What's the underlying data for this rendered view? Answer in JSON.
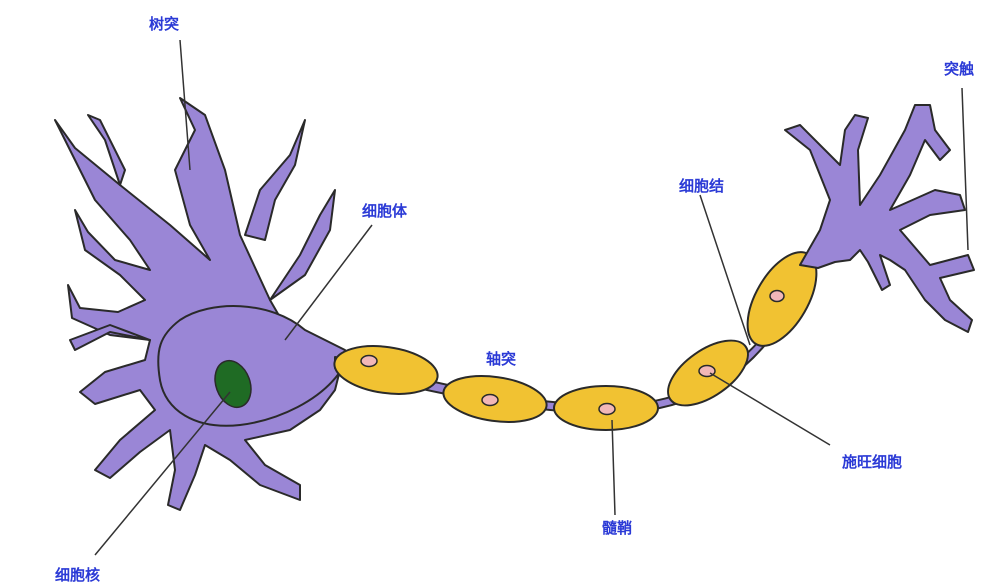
{
  "labels": {
    "dendrite": "树突",
    "cell_body": "细胞体",
    "nucleus": "细胞核",
    "axon": "轴突",
    "node": "细胞结",
    "schwann_cell": "施旺细胞",
    "myelin_sheath": "髓鞘",
    "synapse": "突触"
  },
  "colors": {
    "neuron": "#9a86d6",
    "neuron_outline": "#2a2a2a",
    "nucleus": "#1f6b24",
    "myelin": "#f1c232",
    "schwann_nucleus": "#f2b7b7",
    "label": "#2b3ad6",
    "leader_line": "#333333"
  }
}
